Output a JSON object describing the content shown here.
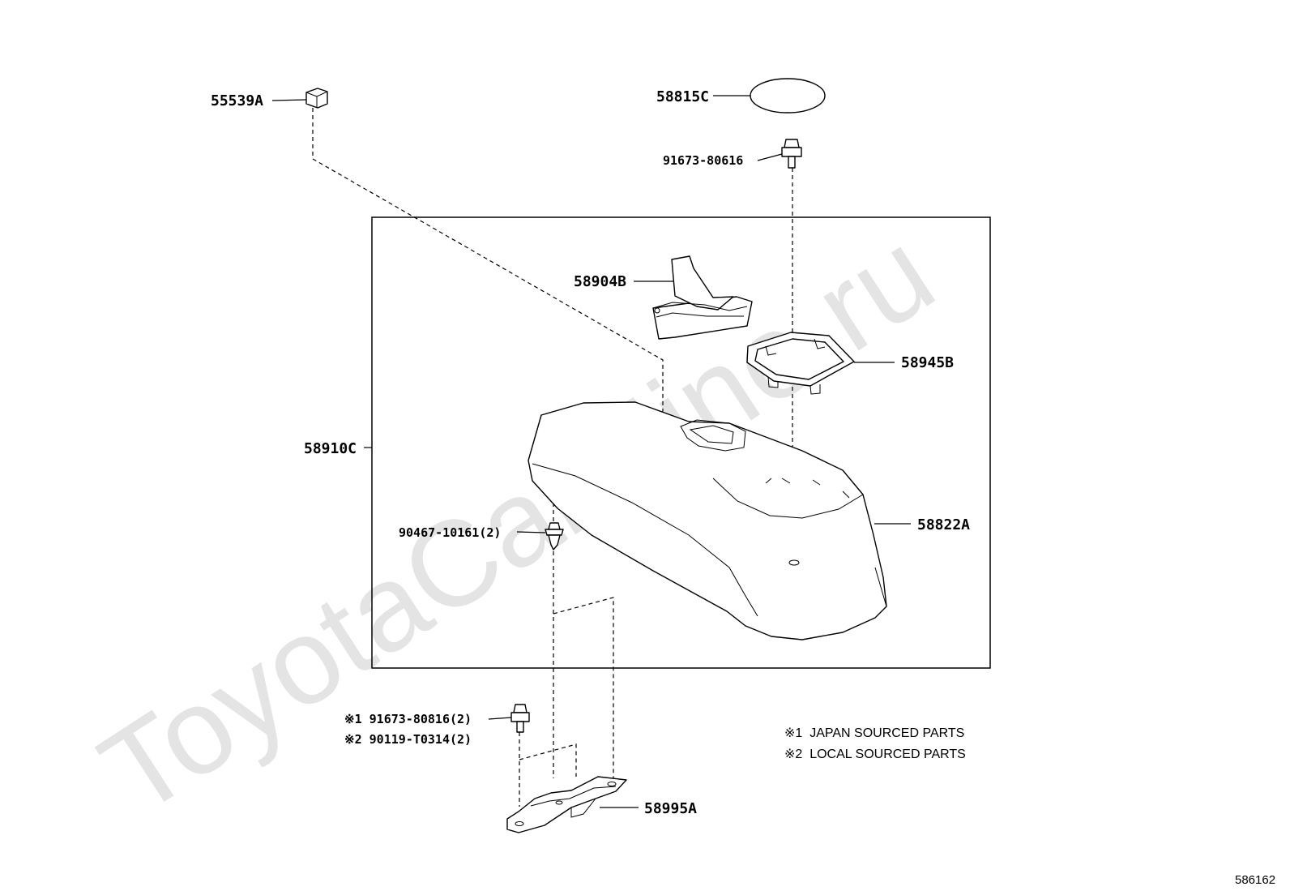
{
  "watermark": "ToyotaCarMine.ru",
  "figure_number": "586162",
  "parts": {
    "p55539A": "55539A",
    "p58815C": "58815C",
    "p91673_80616": "91673-80616",
    "p58904B": "58904B",
    "p58945B": "58945B",
    "p58910C": "58910C",
    "p90467_10161": "90467-10161(2)",
    "p58822A": "58822A",
    "p91673_80816": "※1 91673-80816(2)",
    "p90119_T0314": "※2 90119-T0314(2)",
    "p58995A": "58995A"
  },
  "notes": {
    "note1": "※1  JAPAN SOURCED PARTS",
    "note2": "※2  LOCAL SOURCED PARTS"
  }
}
